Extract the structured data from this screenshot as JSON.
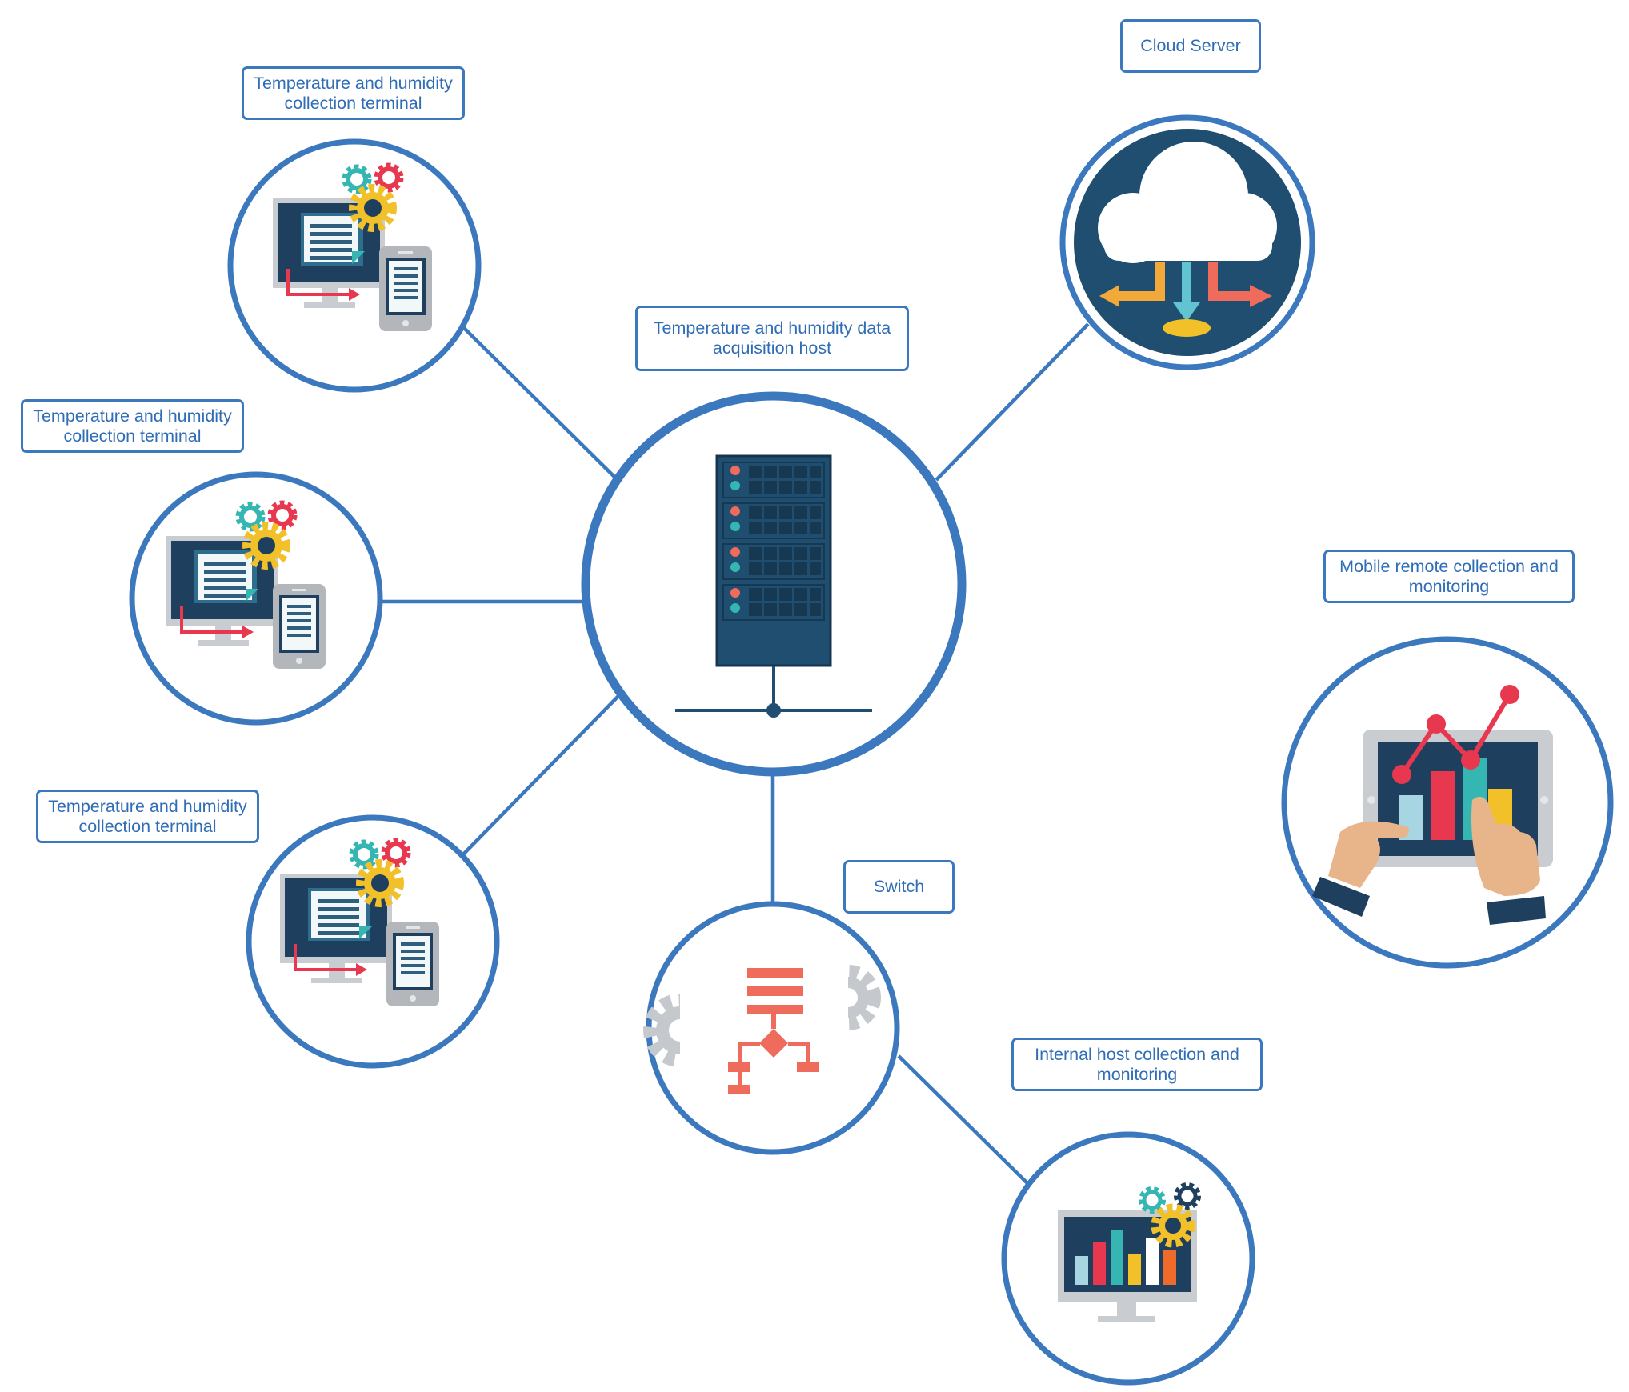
{
  "colors": {
    "accent_blue": "#3b78bd",
    "navy": "#1f4e70",
    "teal": "#35b6b3",
    "red": "#e8384f",
    "yellow": "#f2c028",
    "coral": "#ef6b5b",
    "gray": "#c5c9ce",
    "white": "#ffffff"
  },
  "nodes": {
    "host": {
      "label": "Temperature and humidity data\nacquisition host",
      "icon": "server-rack-icon"
    },
    "cloud": {
      "label": "Cloud Server",
      "icon": "cloud-icon"
    },
    "terminal_1": {
      "label": "Temperature and humidity\ncollection terminal",
      "icon": "monitor-with-gears-and-phone-icon"
    },
    "terminal_2": {
      "label": "Temperature and humidity\ncollection terminal",
      "icon": "monitor-with-gears-and-phone-icon"
    },
    "terminal_3": {
      "label": "Temperature and humidity\ncollection terminal",
      "icon": "monitor-with-gears-and-phone-icon"
    },
    "switch": {
      "label": "Switch",
      "icon": "flowchart-gears-icon"
    },
    "internal": {
      "label": "Internal host collection and\nmonitoring",
      "icon": "monitor-bar-chart-icon"
    },
    "mobile": {
      "label": "Mobile remote collection and\nmonitoring",
      "icon": "tablet-chart-hands-icon"
    }
  }
}
